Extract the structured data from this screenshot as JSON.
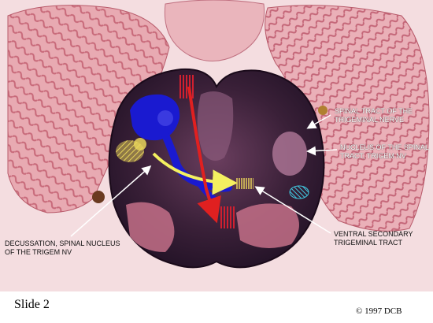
{
  "labels": {
    "spinal_tract": "SPINAL TRACT OF THE\nTRIGEMINAL NERVE",
    "nucleus_spinal_tract": "NUCLEUS OF THE SPINAL\nTRACT,  TRIGEM NV",
    "decussation": "DECUSSATION, SPINAL NUCLEUS\nOF THE TRIGEM NV",
    "ventral_secondary": "VENTRAL SECONDARY\nTRIGEMINAL TRACT"
  },
  "slide_title": "Slide 2",
  "copyright": "© 1997  DCB",
  "colors": {
    "background": "#ffffff",
    "cerebellum": "#d98f9a",
    "brainstem": "#3a2038",
    "spinal_tract": "#1a1ad0",
    "nucleus": "#e8d35a",
    "secondary_tract": "#e03020",
    "arrow": "#f4f060",
    "cyan_region": "#40c8e0"
  }
}
